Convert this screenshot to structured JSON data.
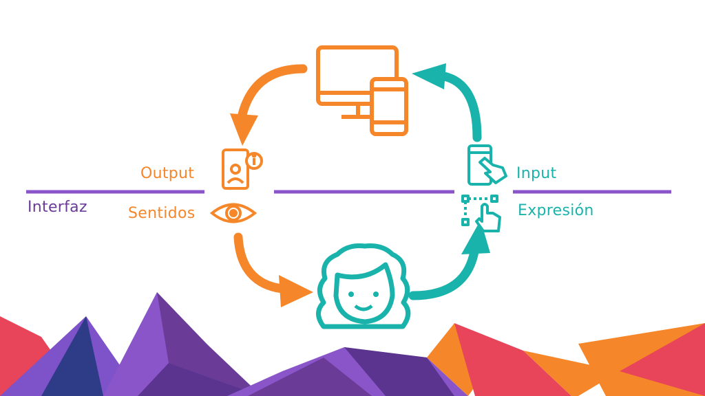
{
  "labels": {
    "output": "Output",
    "sentidos": "Sentidos",
    "interfaz": "Interfaz",
    "input": "Input",
    "expresion": "Expresión"
  },
  "icons": {
    "top": "desktop-and-phone-icon",
    "output": "phone-info-icon",
    "senses": "eye-icon",
    "user": "woman-face-icon",
    "input": "phone-touch-icon",
    "expression": "touch-selection-icon"
  },
  "colors": {
    "orange": "#F5862A",
    "teal": "#19B3AC",
    "purple_line": "#8A55C9",
    "text_purple": "#6A3C97"
  }
}
